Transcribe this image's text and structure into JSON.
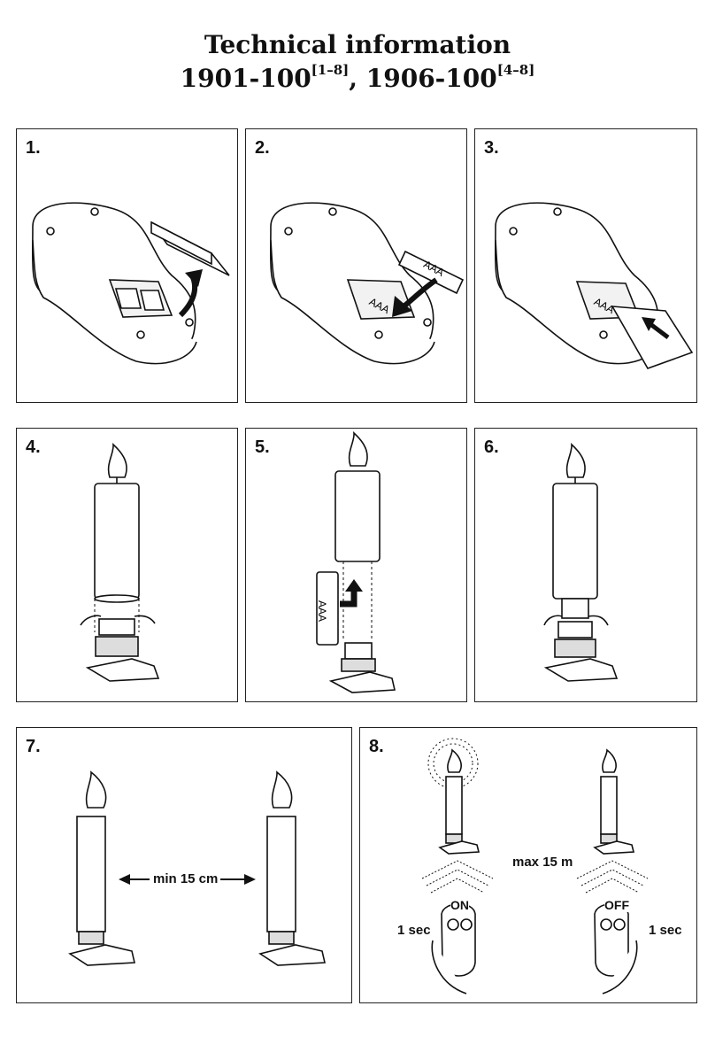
{
  "header": {
    "title_line1": "Technical information",
    "model_a": "1901-100",
    "model_a_range": "[1–8]",
    "separator": ",",
    "model_b": "1906-100",
    "model_b_range": "[4–8]"
  },
  "steps": [
    {
      "number": "1."
    },
    {
      "number": "2.",
      "battery_label": "AAA"
    },
    {
      "number": "3.",
      "battery_label": "AAA"
    },
    {
      "number": "4."
    },
    {
      "number": "5.",
      "battery_label": "AAA"
    },
    {
      "number": "6."
    },
    {
      "number": "7.",
      "distance_label": "min 15 cm"
    },
    {
      "number": "8.",
      "range_label": "max 15 m",
      "on_label": "ON",
      "off_label": "OFF",
      "duration_left": "1 sec",
      "duration_right": "1 sec"
    }
  ]
}
